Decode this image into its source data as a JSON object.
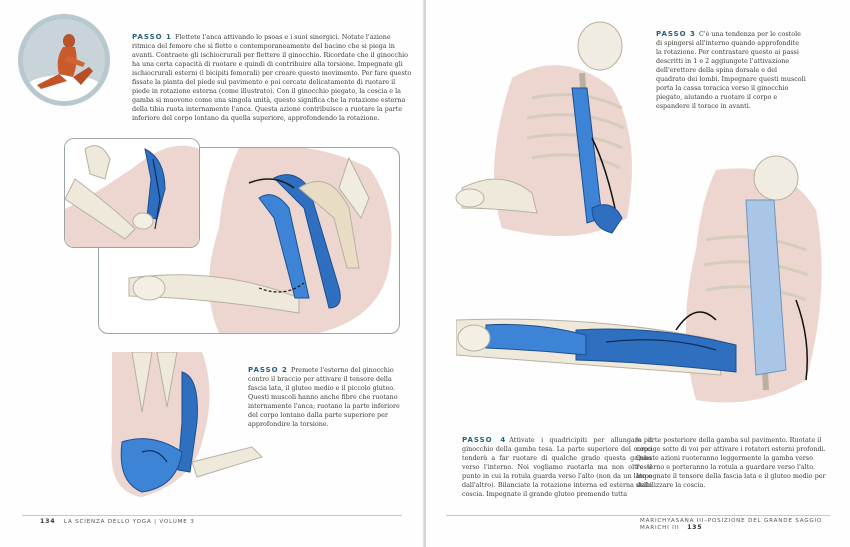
{
  "left_page": {
    "step1": {
      "title": "PASSO 1",
      "text": "Flettete l'anca attivando lo psoas e i suoi sinergici. Notate l'azione ritmica del femore che si flette e contemporaneamente del bacino che si piega in avanti. Contraete gli ischiocrurali per flettere il ginocchio. Ricordate che il ginocchio ha una certa capacità di ruotare e quindi di contribuire alla torsione. Impegnate gli ischiocrurali esterni (i bicipiti femorali) per creare questo movimento. Per fare questo fissate la pianta del piede sul pavimento e poi cercate delicatamente di ruotare il piede in rotazione esterna (come illustrato). Con il ginocchio piegato, la coscia e la gamba si muovono come una singola unità, questo significa che la rotazione esterna della tibia ruota internamente l'anca. Questa azione contribuisce a ruotare la parte inferiore del corpo lontano da quella superiore, approfondendo la rotazione."
    },
    "step2": {
      "title": "PASSO 2",
      "text": "Premete l'esterno del ginocchio contro il braccio per attivare il tensore della fascia lata, il gluteo medio e il piccolo gluteo. Questi muscoli hanno anche fibre che ruotano internamente l'anca; ruotano la parte inferiore del corpo lontano dalla parte superiore per approfondire la torsione."
    },
    "footer": {
      "page_number": "134",
      "text": "LA SCIENZA DELLO YOGA | VOLUME 3"
    }
  },
  "right_page": {
    "step3": {
      "title": "PASSO 3",
      "text": "C'è una tendenza per le costole di spingersi all'interno quando approfondite la rotazione. Per contrastare questo ai passi descritti in 1 e 2 aggiungete l'attivazione dell'erettore della spina dorsale e del quadrato dei lombi. Impegnare questi muscoli porta la cassa toracica verso il ginocchio piegato, aiutando a ruotare il corpo e espandere il torace in avanti."
    },
    "step4": {
      "title": "PASSO 4",
      "text_col1": "Attivate i quadricipiti per allungare il ginocchio della gamba tesa. La parte superiore del corpo tenderà a far ruotare di qualche grado questa gamba verso l'interno. Noi vogliamo ruotarla ma non oltre il punto in cui la rotula guarda verso l'alto (non da un lato o dall'altro). Bilanciate la rotazione interna ed esterna della coscia. Impegnate il grande gluteo premendo tutta",
      "text_col2": "la parte posteriore della gamba sul pavimento. Ruotate il coccige sotto di voi per attivare i rotatori esterni profondi. Queste azioni ruoteranno leggermente la gamba verso l'esterno e porteranno la rotula a guardare verso l'alto. Impegnate il tensore della fascia lata e il gluteo medio per stabilizzare la coscia."
    },
    "footer": {
      "text": "MARICHYASANA III–POSIZIONE DEL GRANDE SAGGIO MARICHI III",
      "page_number": "135"
    }
  },
  "colors": {
    "muscle_blue": "#2f6fc0",
    "skin": "#e9c9c0",
    "bone": "#efe9dc",
    "step_title": "#2a5e7a"
  }
}
